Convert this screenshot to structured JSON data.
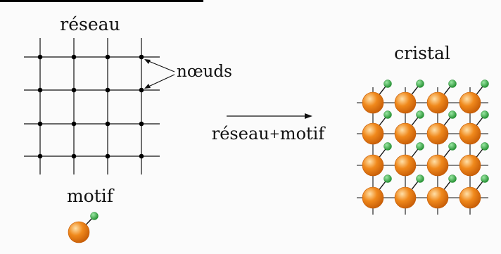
{
  "labels": {
    "lattice": "réseau",
    "nodes": "nœuds",
    "motif": "motif",
    "crystal": "cristal",
    "arrow_left": "réseau",
    "arrow_plus": "+",
    "arrow_right": "motif"
  },
  "lattice": {
    "rows": 4,
    "cols": 4
  },
  "crystal": {
    "rows": 4,
    "cols": 4
  },
  "colors": {
    "line": "#111111",
    "node": "#000000",
    "atom_big": "#f0891c",
    "atom_big_highlight": "#ffe0a8",
    "atom_big_shadow": "#c45a05",
    "atom_small": "#1c8a2a",
    "atom_small_highlight": "#9be7a3",
    "background": "#fbfbfb",
    "top_rule": "#000000"
  }
}
